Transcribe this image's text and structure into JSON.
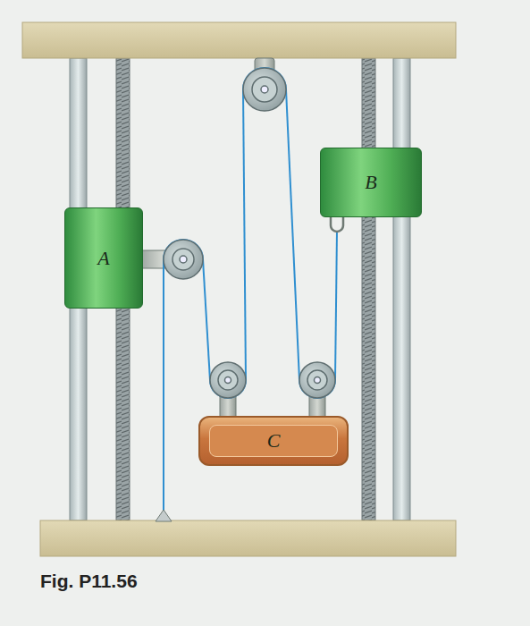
{
  "diagram": {
    "caption": "Fig. P11.56",
    "nodes": [
      {
        "text": [
          "A"
        ]
      },
      {
        "text": [
          "B"
        ]
      },
      {
        "text": [
          "C"
        ]
      }
    ]
  }
}
